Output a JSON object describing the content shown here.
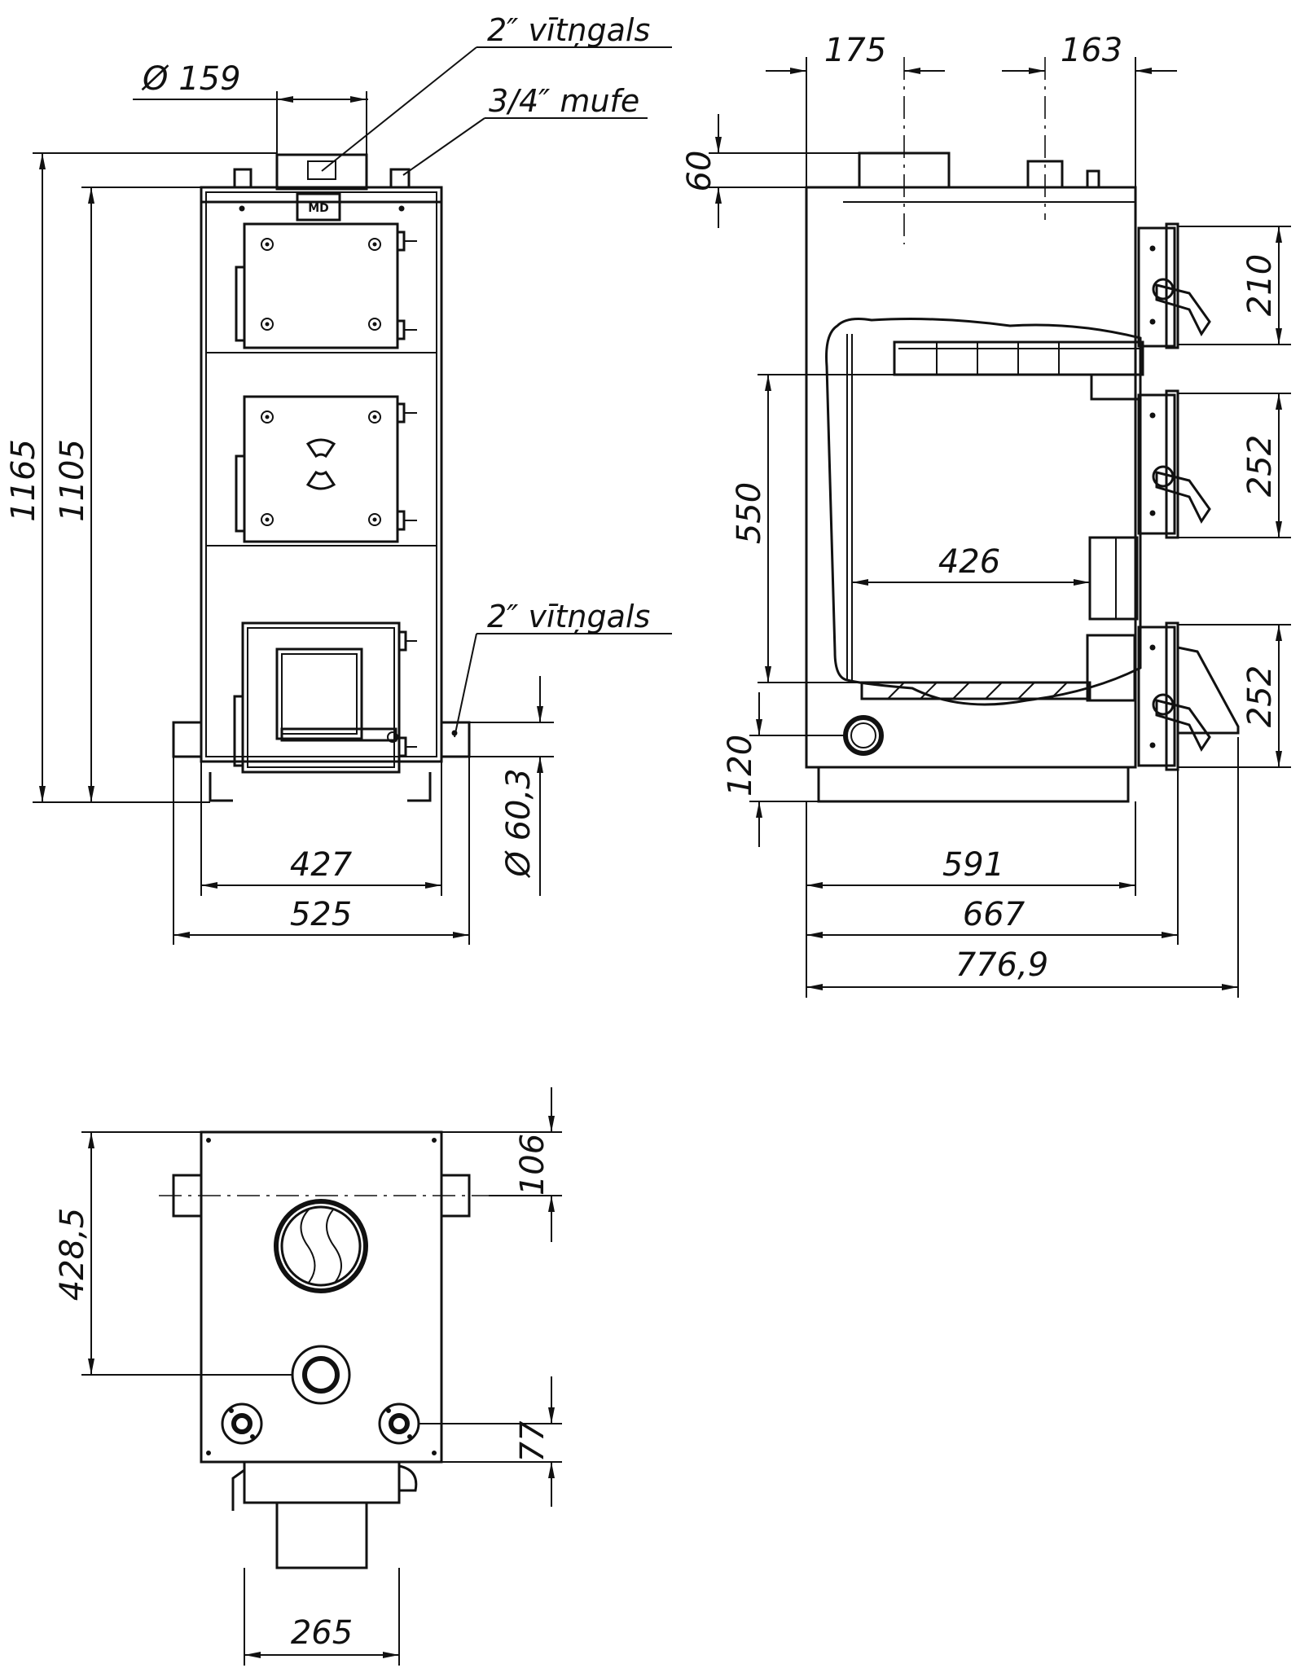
{
  "labels": {
    "top_nipple": "2″ vītņgals",
    "coupling": "3/4″ mufe",
    "bottom_nipple": "2″ vītņgals"
  },
  "front_view": {
    "flue_diameter": "Ø 159",
    "height_total": "1165",
    "height_body": "1105",
    "width_body": "427",
    "width_total": "525",
    "return_diameter": "Ø 60,3"
  },
  "side_view": {
    "flue_offset": "175",
    "coupling_offset": "163",
    "top_height": "60",
    "door1_height": "210",
    "door2_height": "252",
    "door3_height": "252",
    "chamber_height": "550",
    "chamber_depth": "426",
    "return_height": "120",
    "depth_body": "591",
    "depth_doors": "667",
    "depth_total": "776,9"
  },
  "top_view": {
    "depth": "428,5",
    "nipple_offset": "106",
    "coupling_offset": "77",
    "width_bottom": "265"
  },
  "colors": {
    "line": "#111111",
    "background": "#ffffff"
  }
}
